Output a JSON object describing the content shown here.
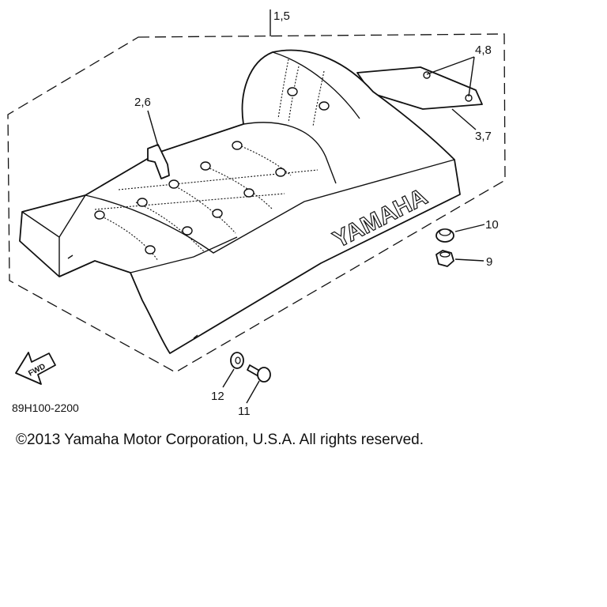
{
  "diagram": {
    "callouts": {
      "c_1_5": "1,5",
      "c_4_8": "4,8",
      "c_2_6": "2,6",
      "c_3_7": "3,7",
      "c_10": "10",
      "c_9": "9",
      "c_12": "12",
      "c_11": "11"
    },
    "seat_logo": "YAMAHA",
    "fwd_arrow_label": "FWD",
    "drawing_code": "89H100-2200"
  },
  "copyright": "©2013 Yamaha Motor Corporation, U.S.A. All rights reserved."
}
